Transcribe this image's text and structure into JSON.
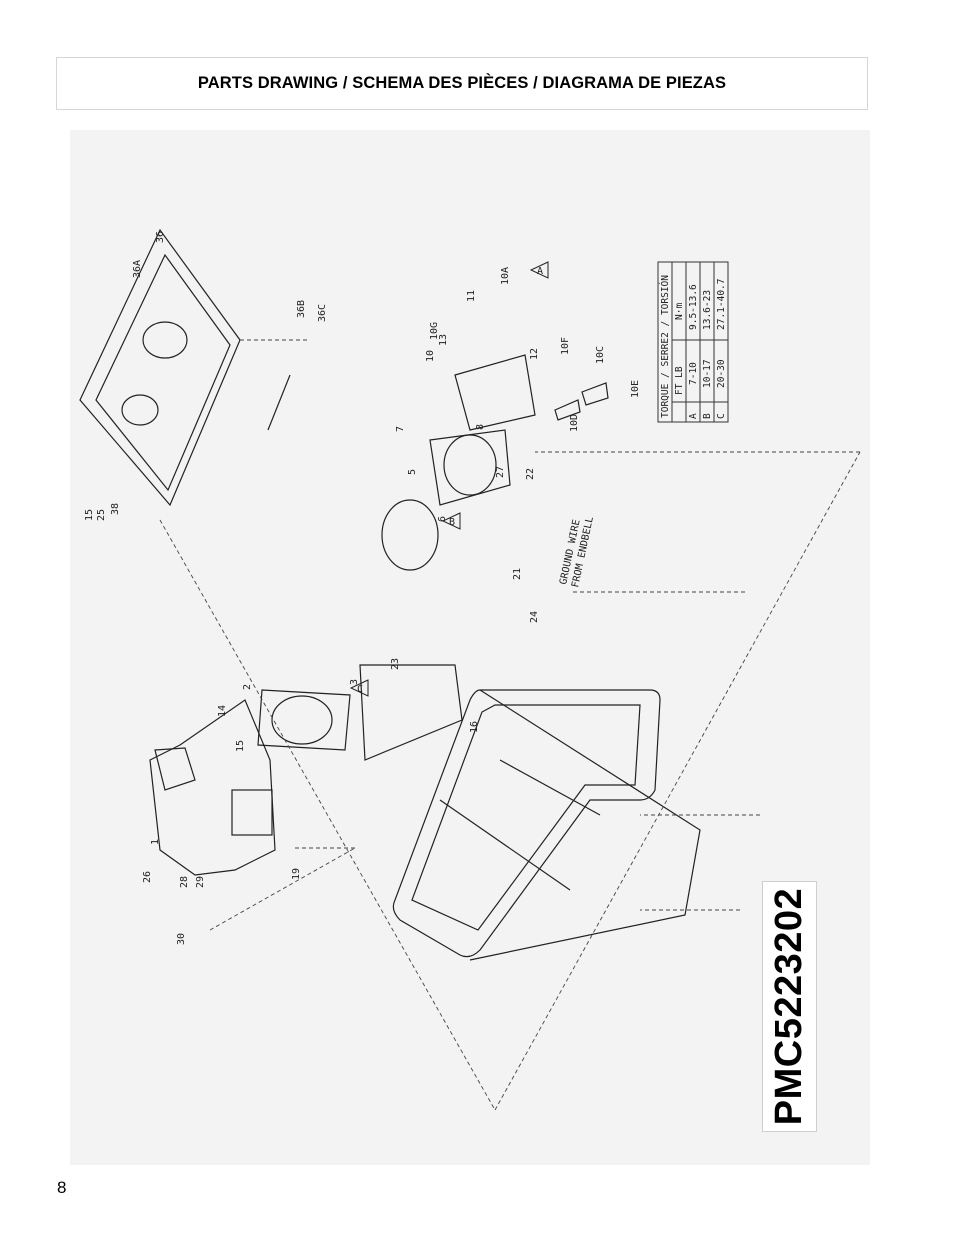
{
  "header": {
    "title": "PARTS DRAWING / SCHEMA DES PIÈCES / DIAGRAMA DE PIEZAS"
  },
  "model_number": "PMC5223202",
  "page_number": "8",
  "drawing": {
    "part_labels": [
      "36",
      "36A",
      "36B",
      "36C",
      "15",
      "25",
      "38",
      "1",
      "2",
      "3",
      "5",
      "6",
      "7",
      "8",
      "10",
      "10A",
      "10C",
      "10D",
      "10E",
      "10F",
      "10G",
      "11",
      "12",
      "13",
      "14",
      "15",
      "16",
      "19",
      "21",
      "22",
      "23",
      "24",
      "26",
      "27",
      "28",
      "29",
      "30"
    ],
    "notes": {
      "ground_wire_line1": "GROUND WIRE",
      "ground_wire_line2": "FROM ENDBELL"
    },
    "callouts": [
      "A",
      "B",
      "C"
    ]
  },
  "torque_table": {
    "title": "TORQUE / SERRE2 / TORSIÓN",
    "headers": [
      "",
      "FT LB",
      "N·m"
    ],
    "rows": [
      {
        "mark": "A",
        "ft_lb": "7-10",
        "nm": "9.5-13.6"
      },
      {
        "mark": "B",
        "ft_lb": "10-17",
        "nm": "13.6-23"
      },
      {
        "mark": "C",
        "ft_lb": "20-30",
        "nm": "27.1-40.7"
      }
    ]
  }
}
